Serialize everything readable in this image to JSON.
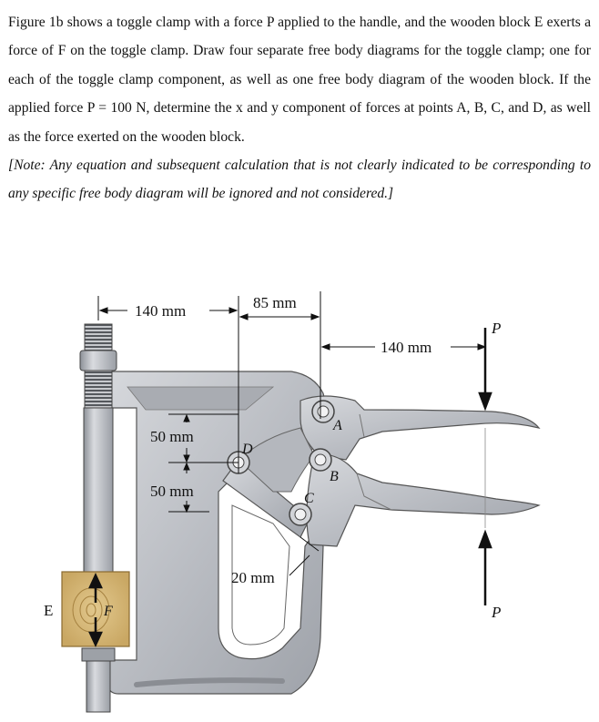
{
  "problem": {
    "paragraph": "Figure 1b shows a toggle clamp with a force P applied to the handle, and the wooden block E exerts a force of F on the toggle clamp. Draw four separate free body diagrams for the toggle clamp; one for each of the toggle clamp component, as well as one free body diagram of the wooden block. If the applied force P = 100 N, determine the x and y component of forces at points A, B, C, and D, as well as the force exerted on the wooden block.",
    "note": "[Note: Any equation and subsequent calculation that is not clearly indicated to be corresponding to any specific free body diagram will be ignored and not considered.]"
  },
  "figure": {
    "dim_140_left": "140 mm",
    "dim_85": "85 mm",
    "dim_140_right": "140 mm",
    "dim_50_top": "50 mm",
    "dim_50_bottom": "50 mm",
    "dim_20": "20 mm",
    "label_P_top": "P",
    "label_P_bottom": "P",
    "label_A": "A",
    "label_B": "B",
    "label_C": "C",
    "label_D": "D",
    "label_E": "E",
    "label_F": "F"
  }
}
